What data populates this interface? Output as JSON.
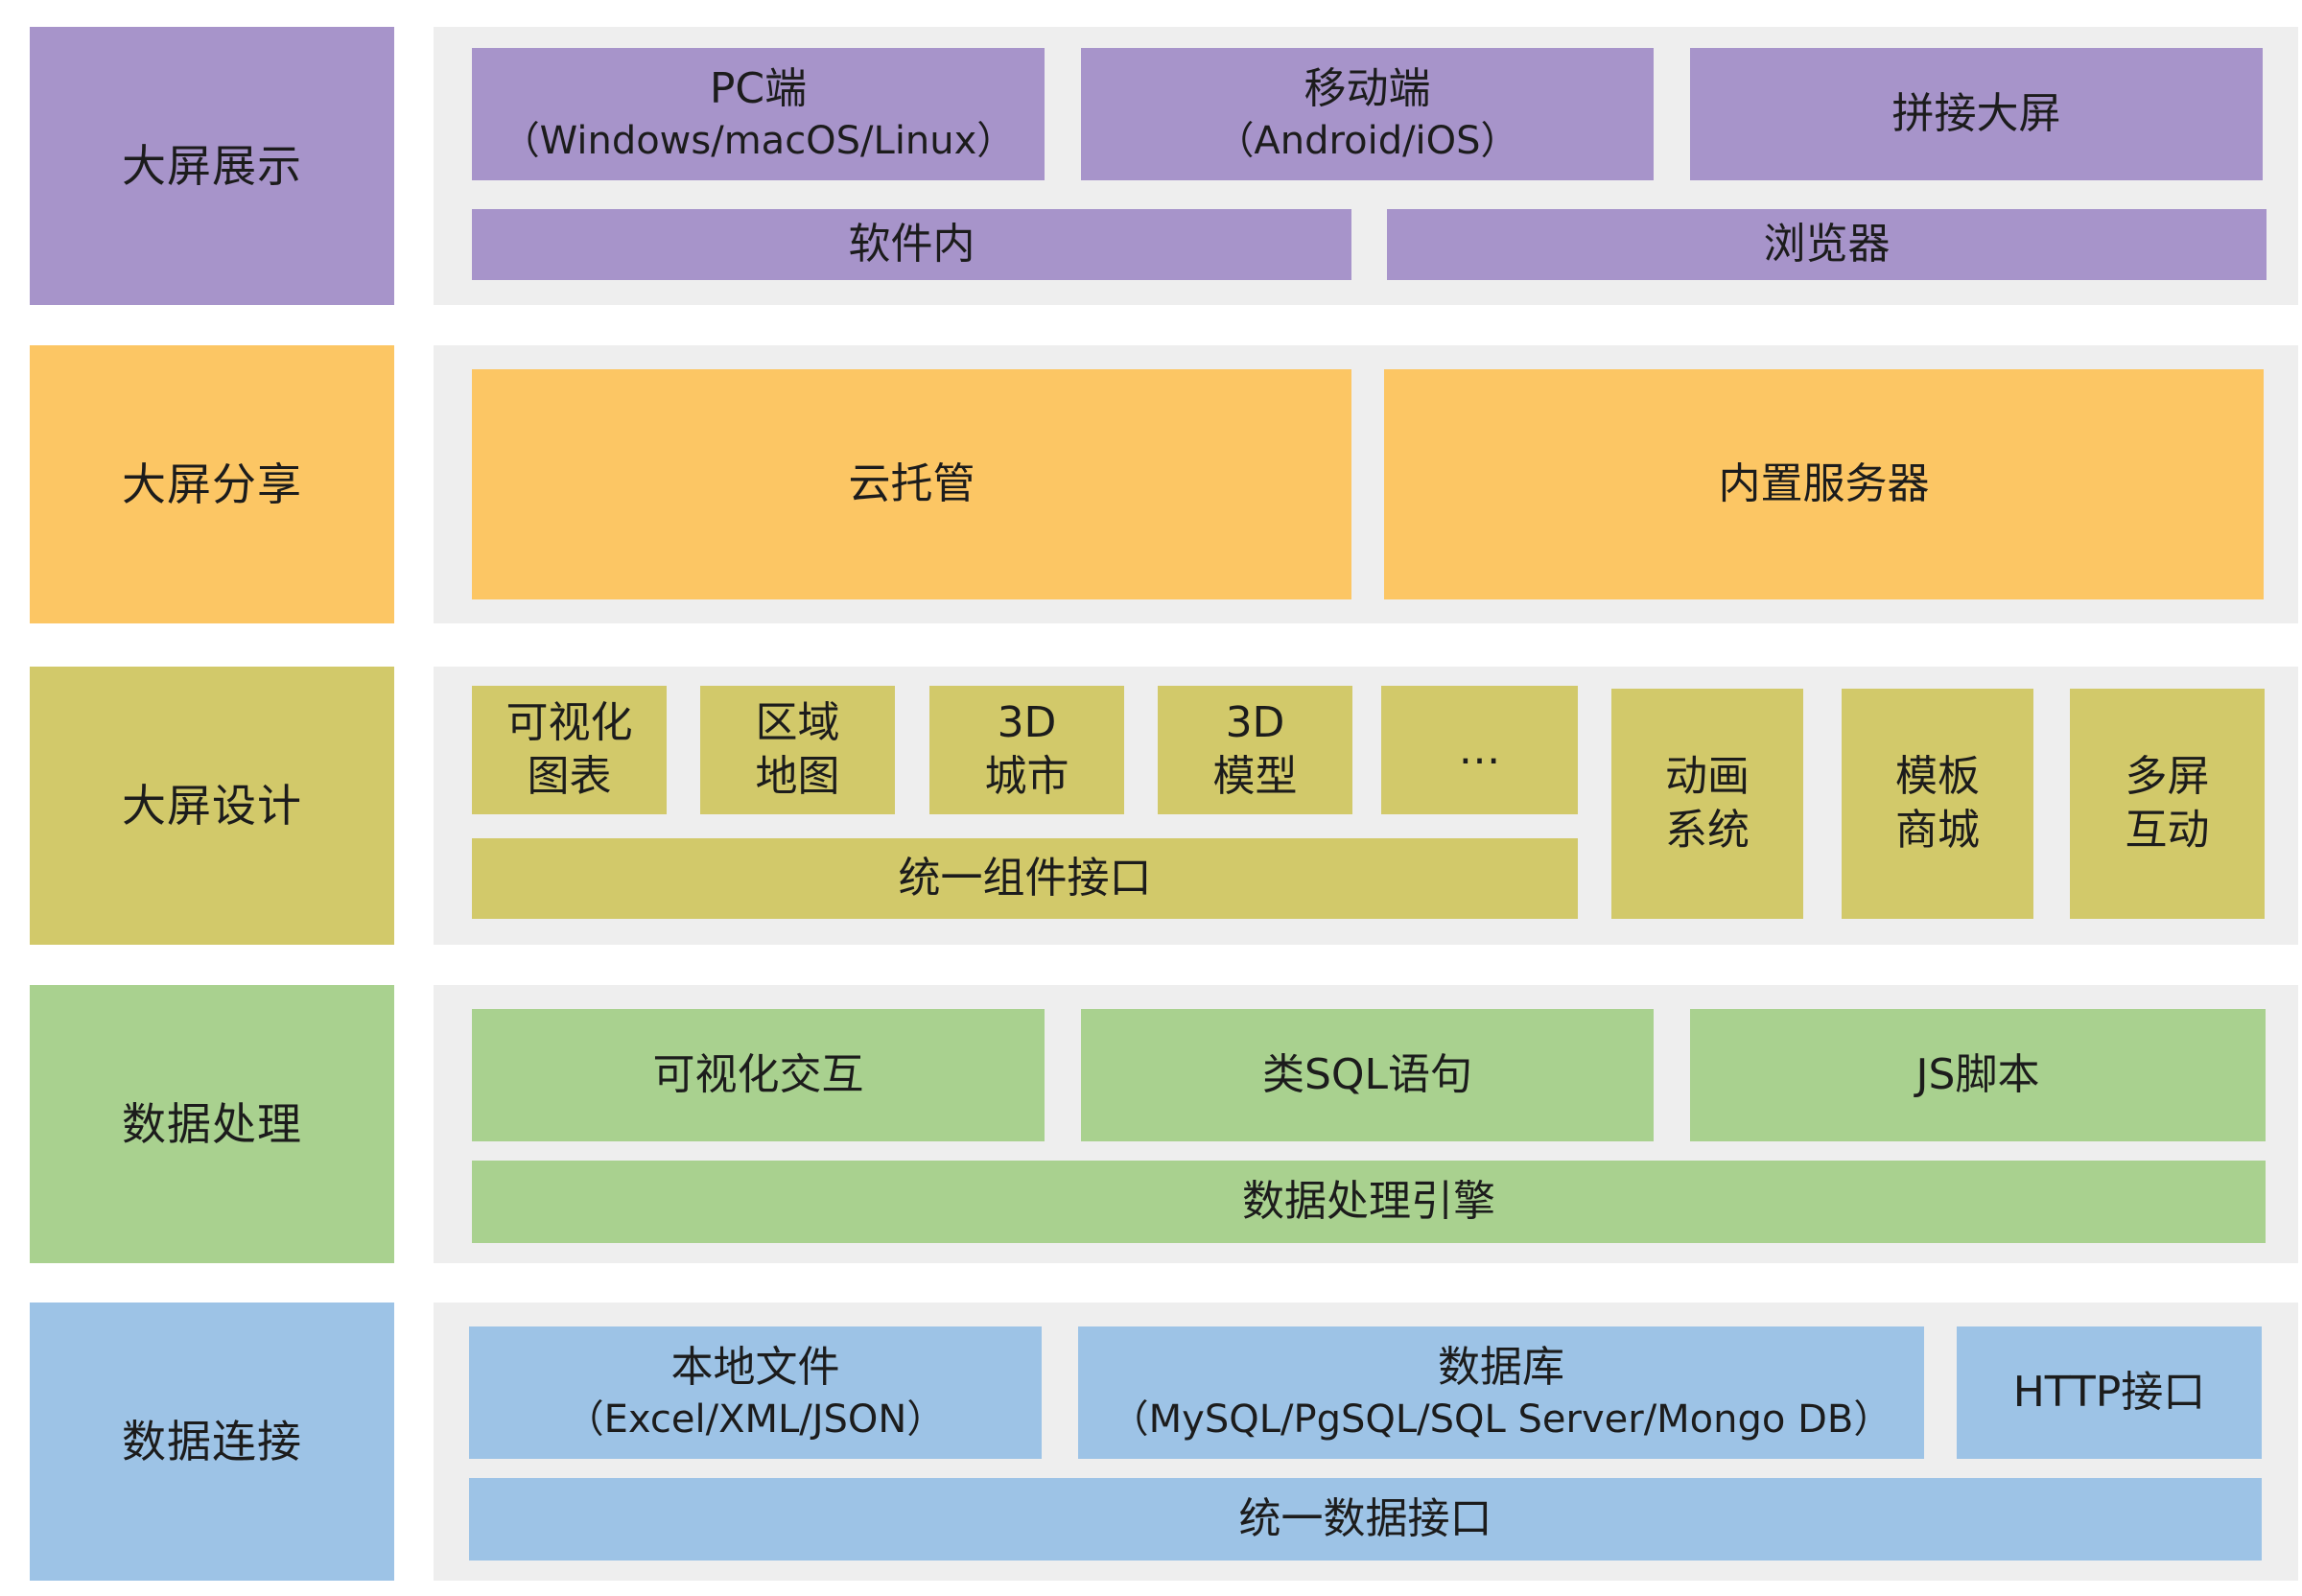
{
  "colors": {
    "display": "#a794ca",
    "share": "#fcc664",
    "design": "#d2c96a",
    "processing": "#a9d18f",
    "connection": "#9dc3e6",
    "panel": "#eeeeee"
  },
  "layers": {
    "display": {
      "label": "大屏展示",
      "pc": {
        "line1": "PC端",
        "line2": "（Windows/macOS/Linux）"
      },
      "mobile": {
        "line1": "移动端",
        "line2": "（Android/iOS）"
      },
      "bigscreen": "拼接大屏",
      "in_software": "软件内",
      "browser": "浏览器"
    },
    "share": {
      "label": "大屏分享",
      "cloud": "云托管",
      "server": "内置服务器"
    },
    "design": {
      "label": "大屏设计",
      "charts": {
        "line1": "可视化",
        "line2": "图表"
      },
      "region_map": {
        "line1": "区域",
        "line2": "地图"
      },
      "city_3d": {
        "line1": "3D",
        "line2": "城市"
      },
      "model_3d": {
        "line1": "3D",
        "line2": "模型"
      },
      "more": "…",
      "component_api": "统一组件接口",
      "animation": {
        "line1": "动画",
        "line2": "系统"
      },
      "template": {
        "line1": "模板",
        "line2": "商城"
      },
      "multiscreen": {
        "line1": "多屏",
        "line2": "互动"
      }
    },
    "processing": {
      "label": "数据处理",
      "interaction": "可视化交互",
      "sql": "类SQL语句",
      "js": "JS脚本",
      "engine": "数据处理引擎"
    },
    "connection": {
      "label": "数据连接",
      "local": {
        "line1": "本地文件",
        "line2": "（Excel/XML/JSON）"
      },
      "database": {
        "line1": "数据库",
        "line2": "（MySQL/PgSQL/SQL Server/Mongo DB）"
      },
      "http": "HTTP接口",
      "data_api": "统一数据接口"
    }
  }
}
